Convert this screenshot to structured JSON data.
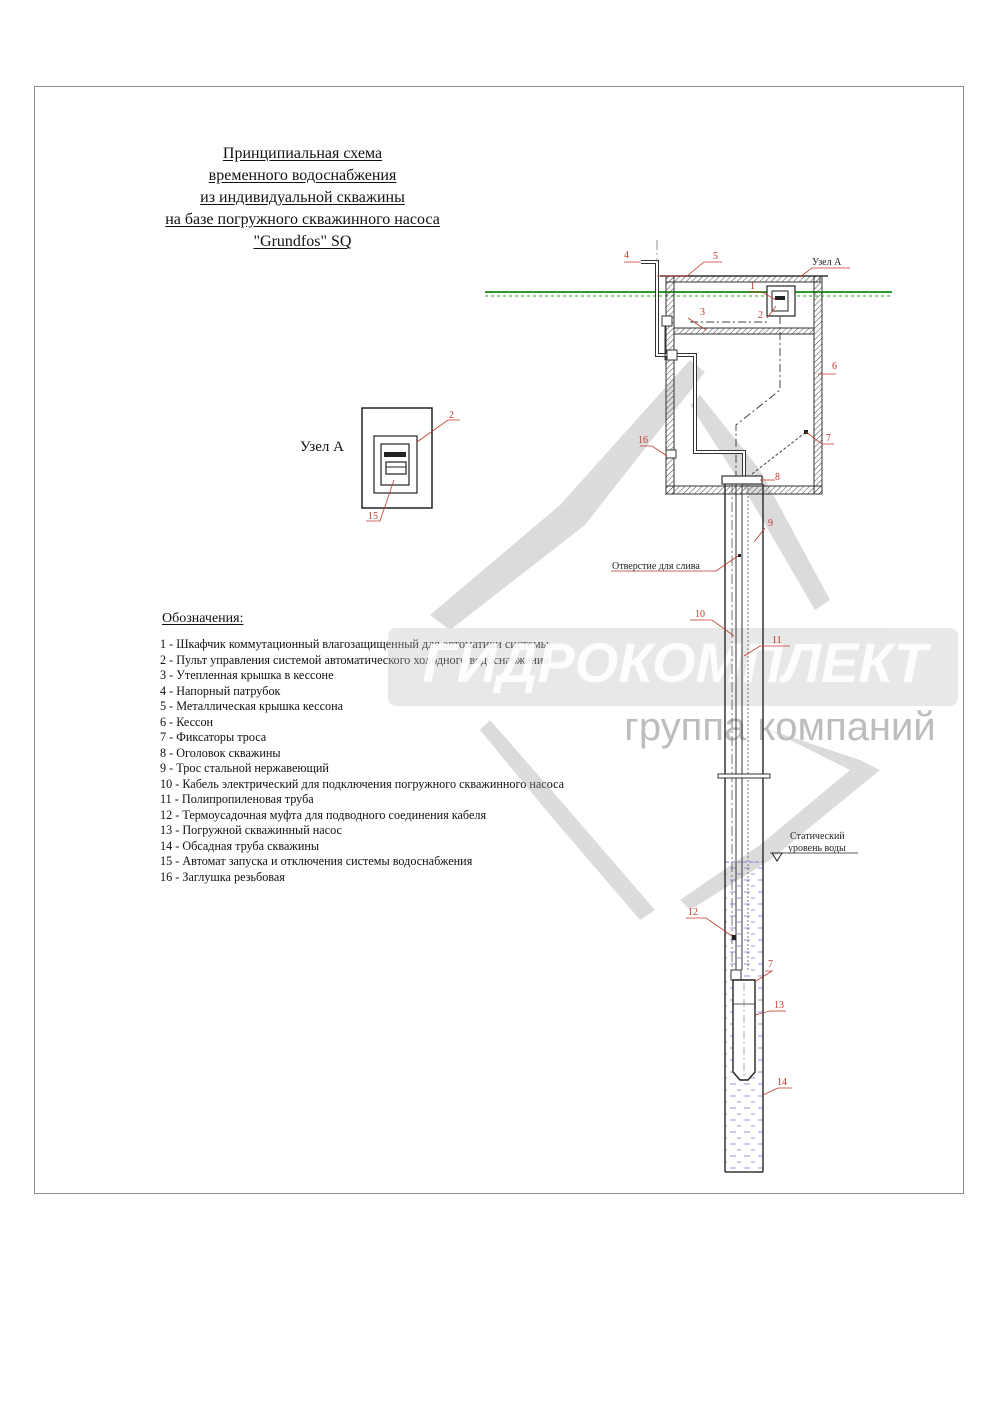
{
  "title_lines": [
    "Принципиальная схема",
    "временного водоснабжения",
    "из индивидуальной скважины",
    "на базе погружного скважинного насоса",
    "\"Grundfos\" SQ"
  ],
  "node_a": {
    "caption": "Узел А",
    "callouts": [
      "2",
      "15"
    ]
  },
  "legend": {
    "title": "Обозначения:",
    "items": [
      "1  - Шкафчик коммутационный влагозащищенный для автоматики системы",
      "2  - Пульт управления системой автоматического холодного водоснабжения",
      "3  - Утепленная крышка в кессоне",
      "4  - Напорный патрубок",
      "5  - Металлическая крышка кессона",
      "6  - Кессон",
      "7  - Фиксаторы троса",
      "8  - Оголовок скважины",
      "9  - Трос стальной нержавеющий",
      "10 - Кабель электрический для подключения погружного скважинного насоса",
      "11 - Полипропиленовая труба",
      "12 - Термоусадочная муфта для подводного соединения кабеля",
      "13 - Погружной скважинный насос",
      "14 - Обсадная труба скважины",
      "15 - Автомат запуска и отключения системы водоснабжения",
      "16 - Заглушка резьбовая"
    ]
  },
  "diagram": {
    "node_a_tag": "Узел А",
    "drain_hole_label": "Отверстие для слива",
    "static_level_lines": [
      "Статический",
      "уровень воды"
    ],
    "callouts": {
      "c1": "1",
      "c2": "2",
      "c3": "3",
      "c4": "4",
      "c5": "5",
      "c6": "6",
      "c7a": "7",
      "c7b": "7",
      "c8": "8",
      "c9": "9",
      "c10": "10",
      "c11": "11",
      "c12": "12",
      "c13": "13",
      "c14": "14",
      "c16": "16"
    }
  },
  "watermark": {
    "brand": "ГИДРОКОМПЛЕКТ",
    "subtitle": "группа компаний"
  },
  "colors": {
    "ground": "#2e9e2e",
    "callout": "#c0392b",
    "water": "#7b7bd0",
    "frame": "#8a8a8a"
  }
}
